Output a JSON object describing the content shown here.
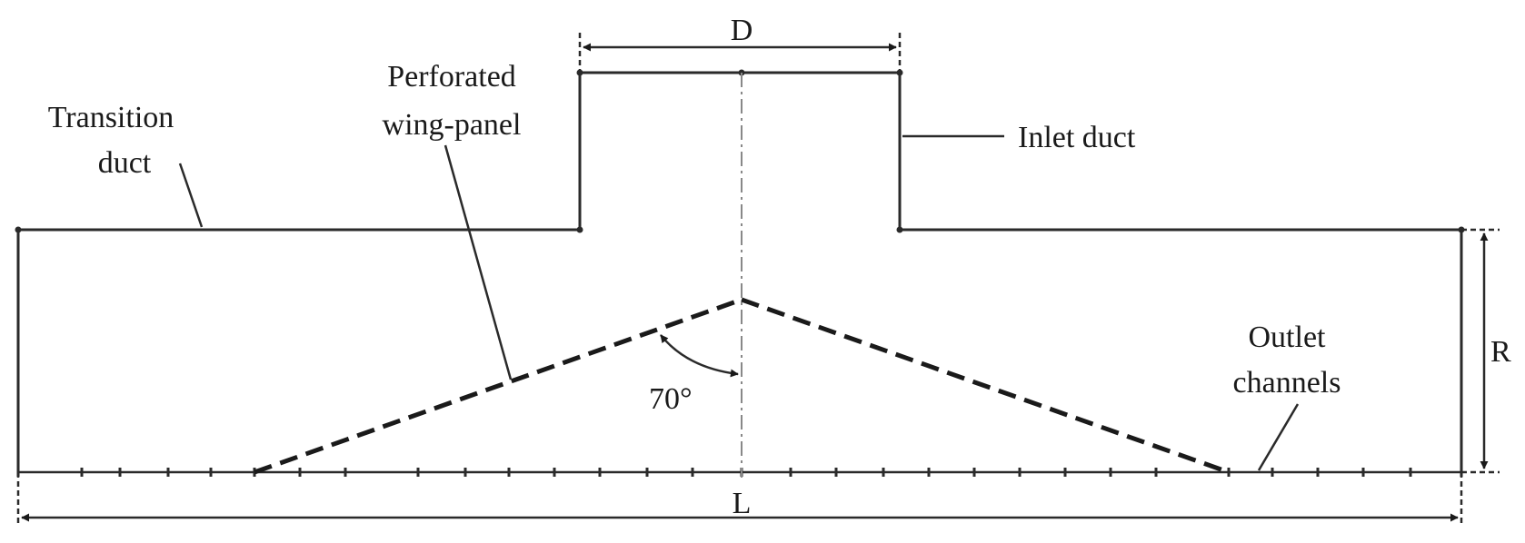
{
  "labels": {
    "dim_d": "D",
    "dim_l": "L",
    "dim_r": "R",
    "angle": "70°",
    "transition_duct": [
      "Transition",
      "duct"
    ],
    "perforated_panel": [
      "Perforated",
      "wing-panel"
    ],
    "inlet_duct": "Inlet duct",
    "outlet_channels": [
      "Outlet",
      "channels"
    ]
  },
  "colors": {
    "stroke": "#2a2a2a",
    "centerline": "#888888",
    "text": "#1a1a1a"
  }
}
